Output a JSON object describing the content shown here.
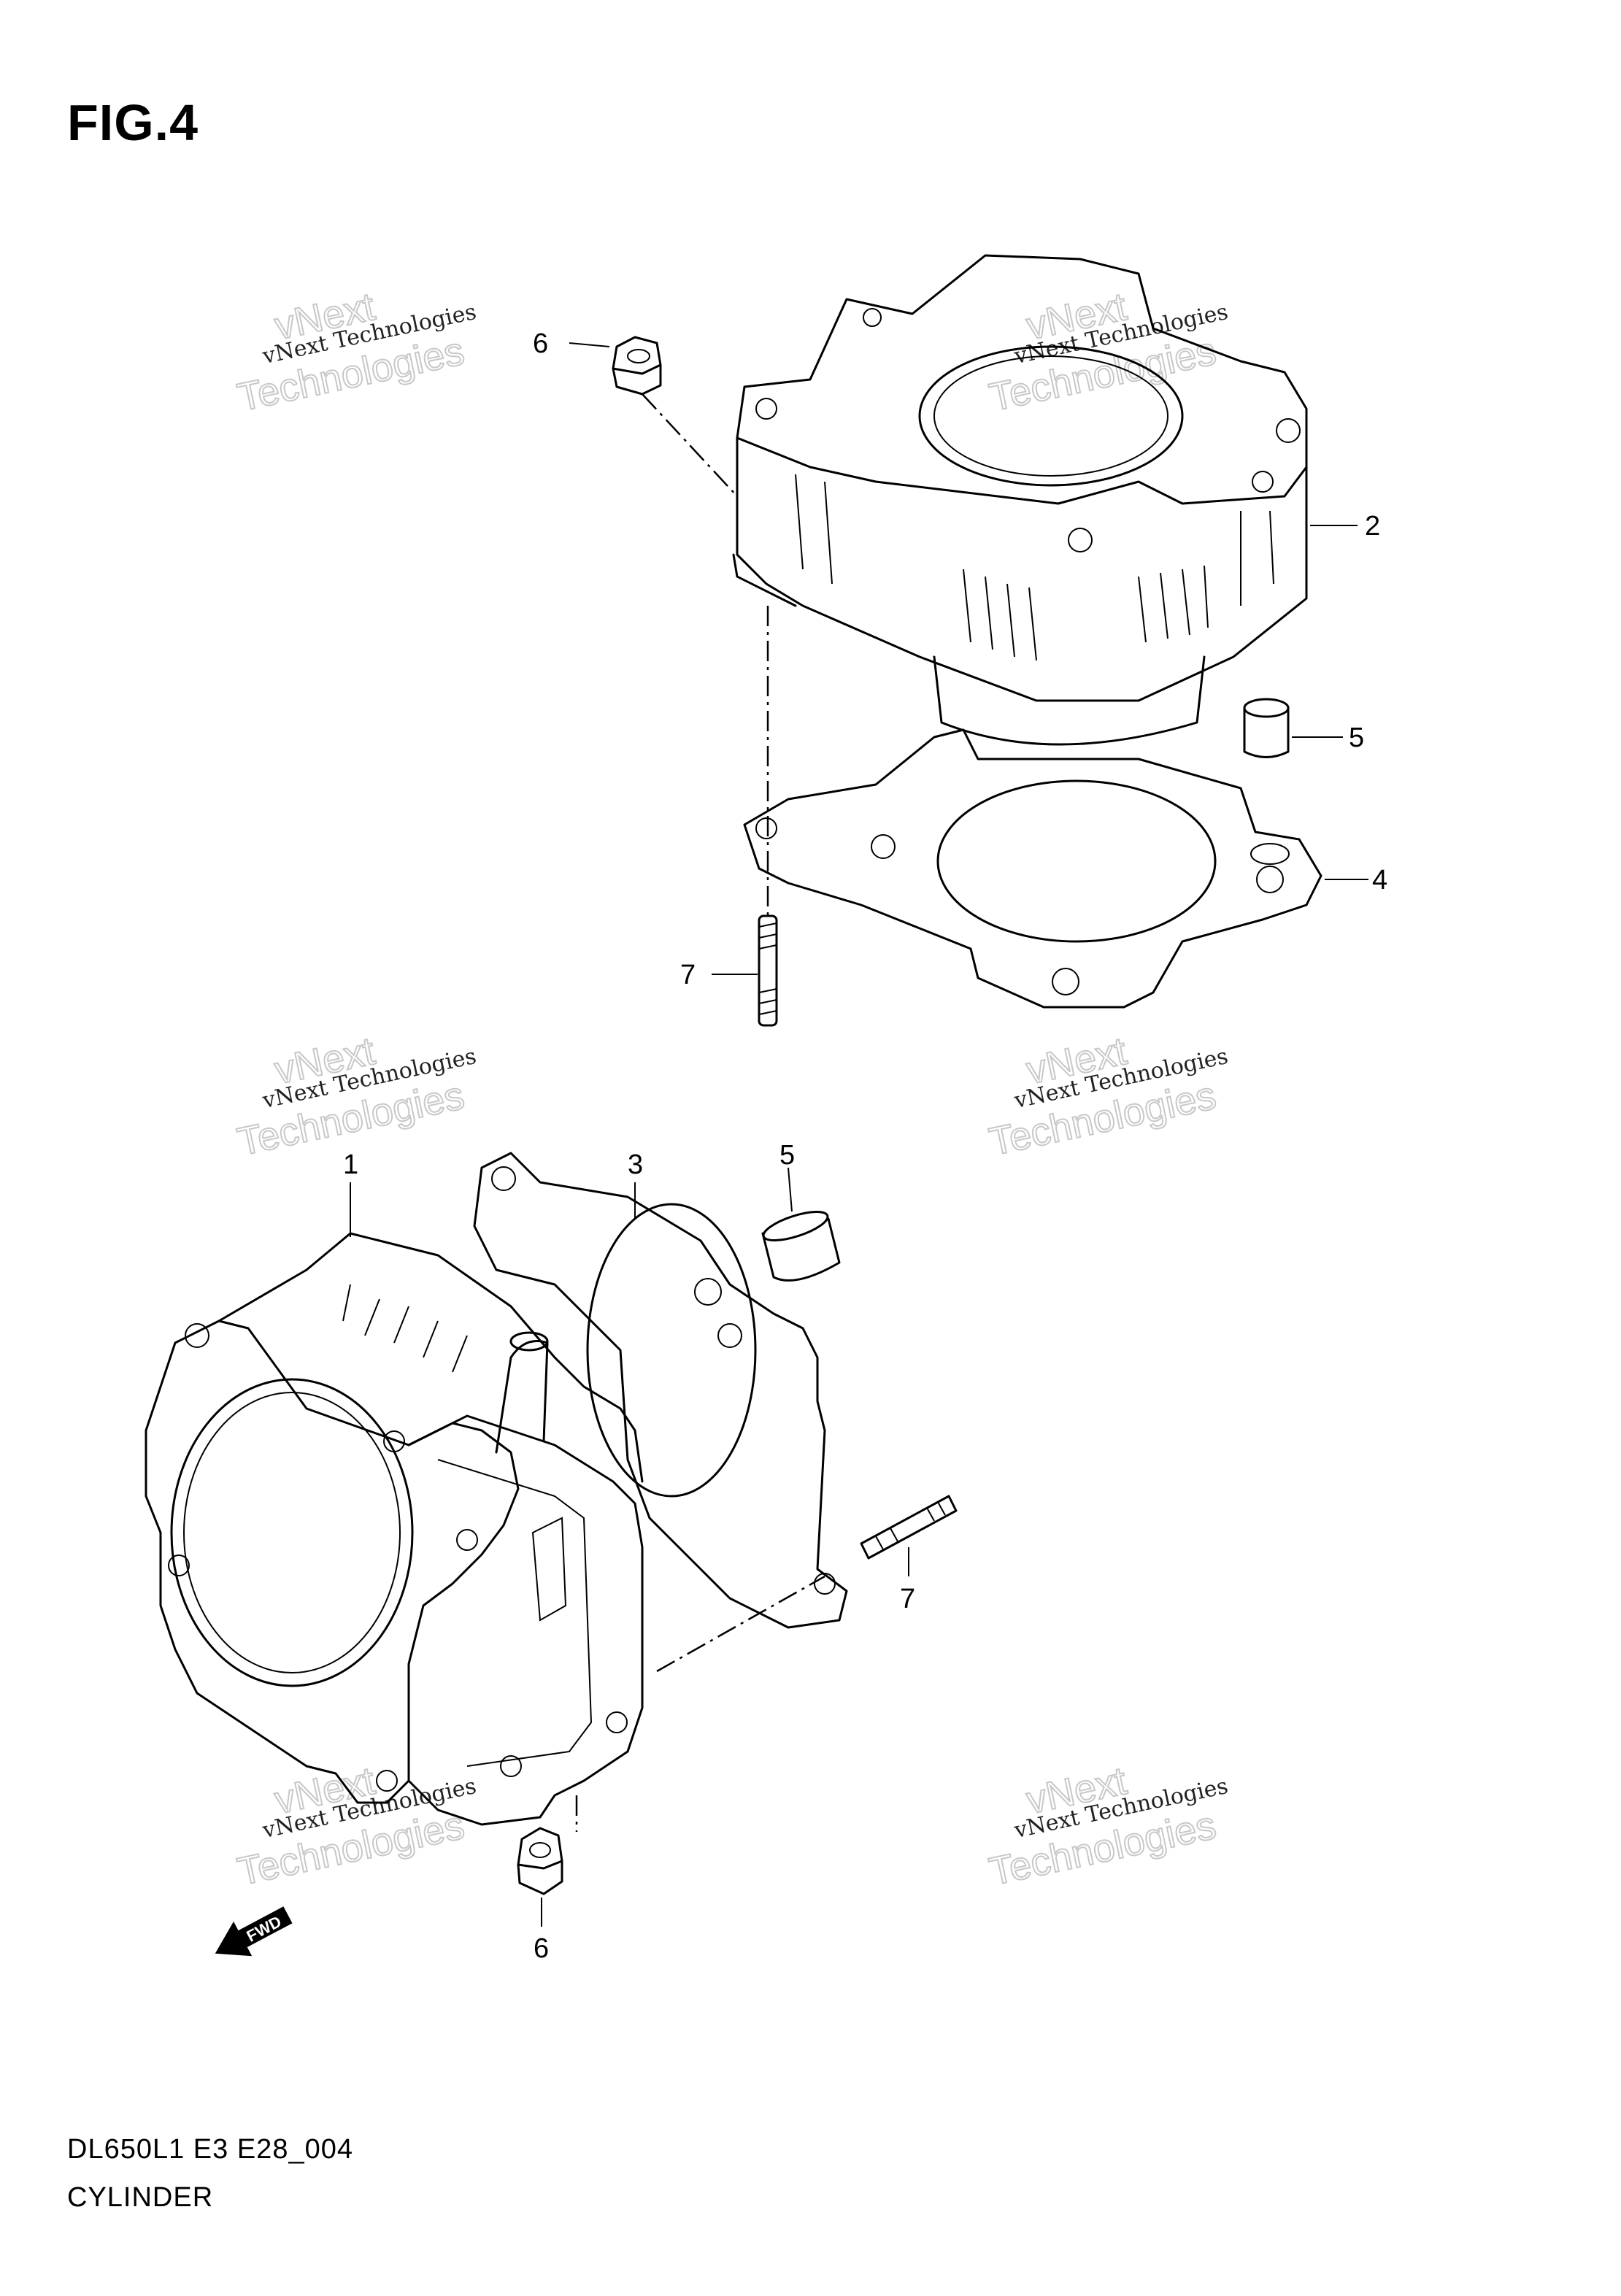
{
  "figure": {
    "title": "FIG.4",
    "model_code": "DL650L1 E3 E28_004",
    "section_name": "CYLINDER"
  },
  "callouts": {
    "top_nut": "6",
    "top_cylinder": "2",
    "top_dowel": "5",
    "top_gasket": "4",
    "top_stud": "7",
    "bottom_cylinder": "1",
    "bottom_gasket": "3",
    "bottom_dowel": "5",
    "bottom_stud": "7",
    "bottom_nut": "6"
  },
  "watermark": {
    "line1": "vNext",
    "line2": "Technologies",
    "small": "vNext Technologies"
  },
  "direction_marker": "FWD"
}
